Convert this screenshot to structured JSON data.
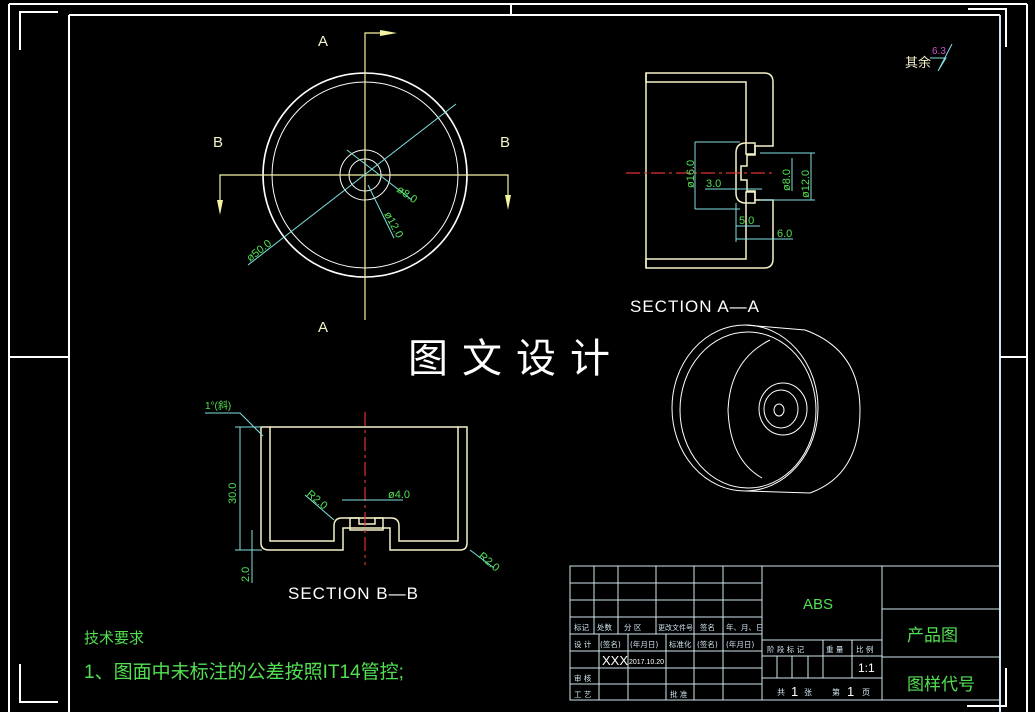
{
  "watermark": "图文设计",
  "roughness": {
    "label": "其余",
    "value": "6.3"
  },
  "front_view": {
    "section_labels": {
      "a_top": "A",
      "a_bottom": "A",
      "b_left": "B",
      "b_right": "B"
    },
    "dims": {
      "d50": "ø50.0",
      "d8": "ø8.0",
      "d12": "ø12.0"
    }
  },
  "section_aa": {
    "title": "SECTION  A—A",
    "dims": {
      "d16": "ø16.0",
      "d3": "3.0",
      "d8": "ø8.0",
      "d12": "ø12.0",
      "d5": "5.0",
      "d6": "6.0"
    }
  },
  "section_bb": {
    "title": "SECTION  B—B",
    "dims": {
      "draft": "1°(斜)",
      "h30": "30.0",
      "t2": "2.0",
      "r2a": "R2.0",
      "r2b": "R2.0",
      "d4": "ø4.0"
    }
  },
  "tech_req": {
    "title": "技术要求",
    "item1": "1、图面中未标注的公差按照IT14管控;"
  },
  "title_block": {
    "material": "ABS",
    "part_name": "产品图",
    "drawing_no_label": "图样代号",
    "header_row": [
      "标记",
      "处数",
      "分 区",
      "更改文件号",
      "签名",
      "年、月、日"
    ],
    "design_row": [
      "设 计",
      "(签名)",
      "(年月日)",
      "标准化",
      "(签名)",
      "(年月日)"
    ],
    "designer": "XXX",
    "date": "2017.10.20",
    "review": "审 核",
    "process": "工 艺",
    "approve": "批 准",
    "stage_headers": [
      "阶 段 标 记",
      "重 量",
      "比 例"
    ],
    "scale": "1:1",
    "sheets_total_label": "共",
    "sheets_total": "1",
    "sheets_unit": "张",
    "sheet_no_label": "第",
    "sheet_no": "1",
    "sheet_no_unit": "页"
  }
}
